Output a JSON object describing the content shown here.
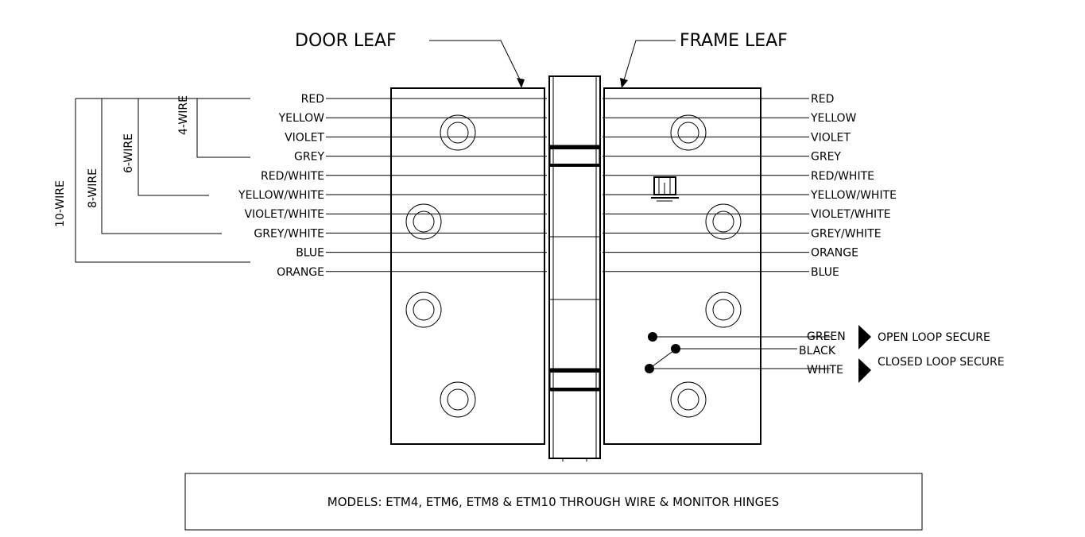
{
  "callouts": {
    "door_leaf": "DOOR LEAF",
    "frame_leaf": "FRAME LEAF"
  },
  "groups": [
    "4-WIRE",
    "6-WIRE",
    "8-WIRE",
    "10-WIRE"
  ],
  "left_wires": [
    "RED",
    "YELLOW",
    "VIOLET",
    "GREY",
    "RED/WHITE",
    "YELLOW/WHITE",
    "VIOLET/WHITE",
    "GREY/WHITE",
    "BLUE",
    "ORANGE"
  ],
  "right_wires": [
    "RED",
    "YELLOW",
    "VIOLET",
    "GREY",
    "RED/WHITE",
    "YELLOW/WHITE",
    "VIOLET/WHITE",
    "GREY/WHITE",
    "ORANGE",
    "BLUE"
  ],
  "switch": {
    "wires": [
      "GREEN",
      "BLACK",
      "WHITE"
    ],
    "states": [
      "OPEN LOOP SECURE",
      "CLOSED LOOP SECURE"
    ]
  },
  "caption": "MODELS: ETM4, ETM6, ETM8 & ETM10 THROUGH WIRE & MONITOR HINGES"
}
